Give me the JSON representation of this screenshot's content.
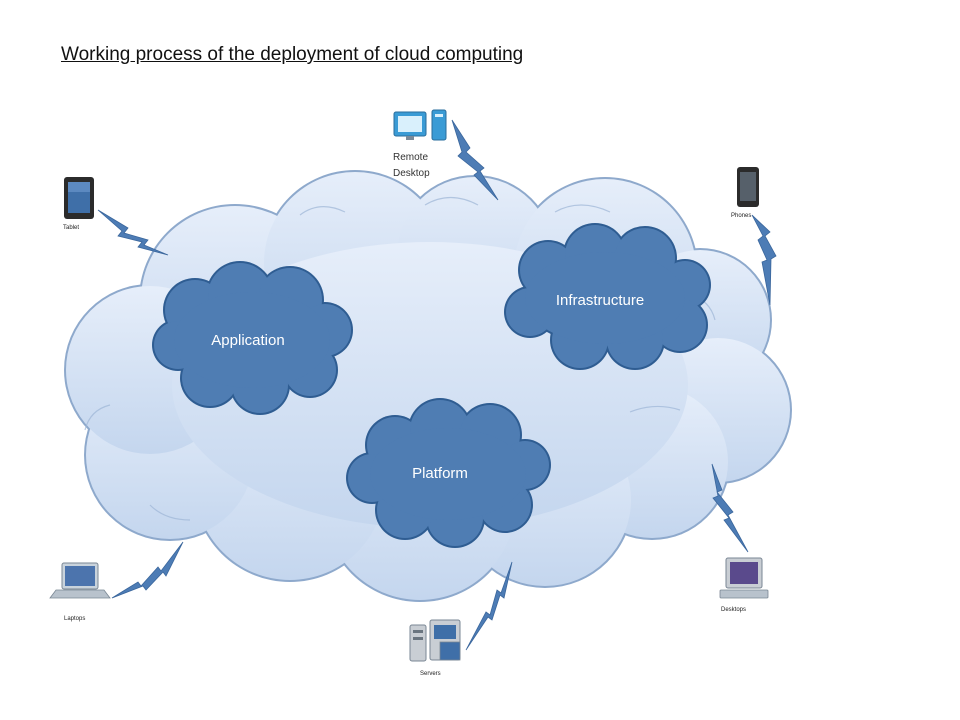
{
  "title": "Working process of  the deployment of cloud computing",
  "colors": {
    "cloud_fill": "#d3e2f4",
    "cloud_edge": "#8ea9cc",
    "sub_cloud_fill": "#4f7db3",
    "sub_cloud_edge": "#2f5d92",
    "bolt": "#4d7cb5"
  },
  "sub_clouds": {
    "application": "Application",
    "infrastructure": "Infrastructure",
    "platform": "Platform"
  },
  "devices": {
    "remote_line1": "Remote",
    "remote_line2": "Desktop",
    "tablet": "Tablet",
    "phones": "Phones",
    "laptops": "Laptops",
    "servers": "Servers",
    "desktops": "Desktops"
  }
}
